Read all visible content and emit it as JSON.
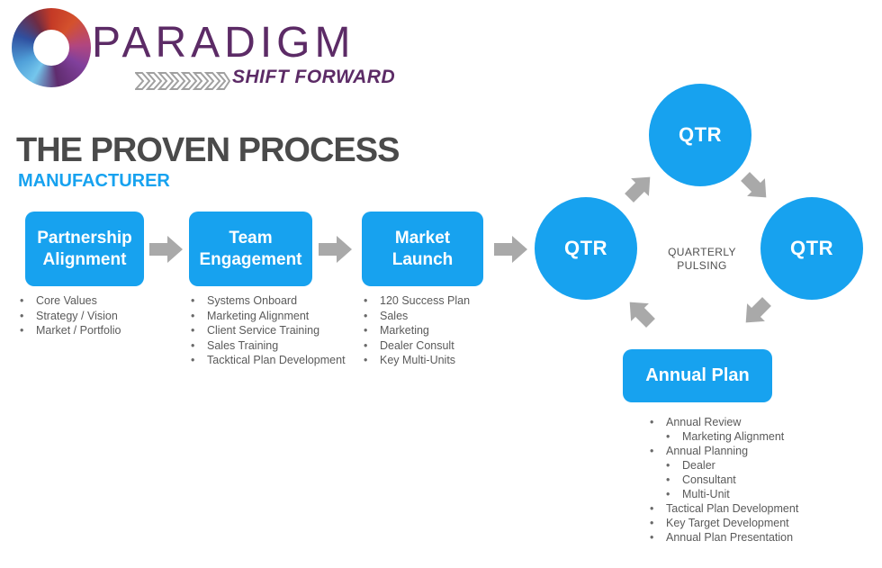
{
  "logo": {
    "brand": "PARADIGM",
    "tagline": "SHIFT FORWARD"
  },
  "title": {
    "heading": "THE PROVEN PROCESS",
    "subheading": "MANUFACTURER"
  },
  "process": {
    "steps": [
      {
        "label_line1": "Partnership",
        "label_line2": "Alignment",
        "bullets": [
          "Core Values",
          "Strategy / Vision",
          "Market / Portfolio"
        ]
      },
      {
        "label_line1": "Team",
        "label_line2": "Engagement",
        "bullets": [
          "Systems Onboard",
          "Marketing Alignment",
          "Client Service Training",
          "Sales Training",
          "Tacktical Plan Development"
        ]
      },
      {
        "label_line1": "Market",
        "label_line2": "Launch",
        "bullets": [
          "120 Success Plan",
          "Sales",
          "Marketing",
          "Dealer Consult",
          "Key Multi-Units"
        ]
      }
    ]
  },
  "cycle": {
    "node_top": "QTR",
    "node_left": "QTR",
    "node_right": "QTR",
    "center_line1": "QUARTERLY",
    "center_line2": "PULSING"
  },
  "annual": {
    "label": "Annual Plan",
    "items": [
      {
        "text": "Annual Review",
        "level": 1
      },
      {
        "text": "Marketing Alignment",
        "level": 2
      },
      {
        "text": "Annual Planning",
        "level": 1
      },
      {
        "text": "Dealer",
        "level": 2
      },
      {
        "text": "Consultant",
        "level": 2
      },
      {
        "text": "Multi-Unit",
        "level": 2
      },
      {
        "text": "Tactical Plan Development",
        "level": 1
      },
      {
        "text": "Key Target Development",
        "level": 1
      },
      {
        "text": "Annual Plan Presentation",
        "level": 1
      }
    ]
  },
  "colors": {
    "accent_blue": "#17a2ef",
    "brand_purple": "#5c2b66",
    "arrow_gray": "#a9a9a9",
    "heading_gray": "#4a4a4a",
    "bullet_gray": "#5a5a5a",
    "chevron_gray": "#a0a0a0"
  }
}
